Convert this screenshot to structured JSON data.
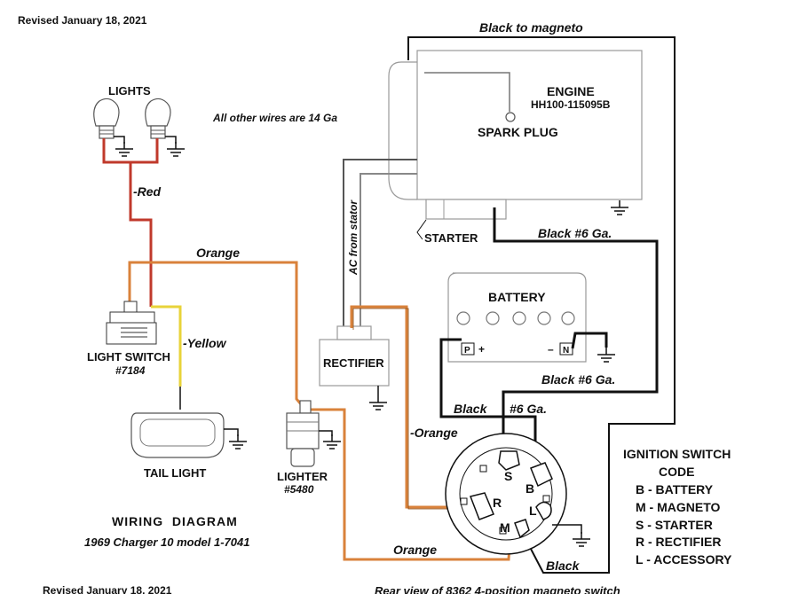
{
  "revised_top": "Revised January 18, 2021",
  "revised_bottom": "Revised January 18, 2021",
  "bottom_caption": "Rear view of 8362 4-position magneto switch",
  "wire_note": "All other wires are 14 Ga",
  "black_to_magneto": "Black to magneto",
  "engine": {
    "title": "ENGINE",
    "model": "HH100-115095B",
    "spark_plug": "SPARK PLUG",
    "starter": "STARTER"
  },
  "battery": {
    "title": "BATTERY",
    "pos": "P",
    "plus": "+",
    "minus": "–",
    "neg": "N"
  },
  "rectifier": "RECTIFIER",
  "ac_from_stator": "AC from stator",
  "lights": "LIGHTS",
  "light_switch": {
    "title": "LIGHT SWITCH",
    "part": "#7184"
  },
  "tail_light": "TAIL LIGHT",
  "lighter": {
    "title": "LIGHTER",
    "part": "#5480"
  },
  "wires": {
    "red": "-Red",
    "orange_top": "Orange",
    "yellow": "-Yellow",
    "orange_mid": "-Orange",
    "orange_bottom": "Orange",
    "black6_top": "Black #6 Ga.",
    "black6_mid": "Black #6 Ga.",
    "black_left": "Black",
    "black6_short": "#6 Ga.",
    "black_bottom": "Black"
  },
  "terminals": {
    "s": "S",
    "b": "B",
    "r": "R",
    "l": "L",
    "m": "M"
  },
  "code": {
    "title_1": "IGNITION SWITCH",
    "title_2": "CODE",
    "items": [
      "B - BATTERY",
      "M - MAGNETO",
      "S - STARTER",
      "R - RECTIFIER",
      "L - ACCESSORY"
    ]
  },
  "title": "WIRING  DIAGRAM",
  "subtitle": "1969 Charger 10 model 1-7041",
  "colors": {
    "red": "#c0392b",
    "orange": "#d9823b",
    "yellow": "#e8d33a",
    "black": "#111111",
    "gray": "#8a8a8a"
  }
}
